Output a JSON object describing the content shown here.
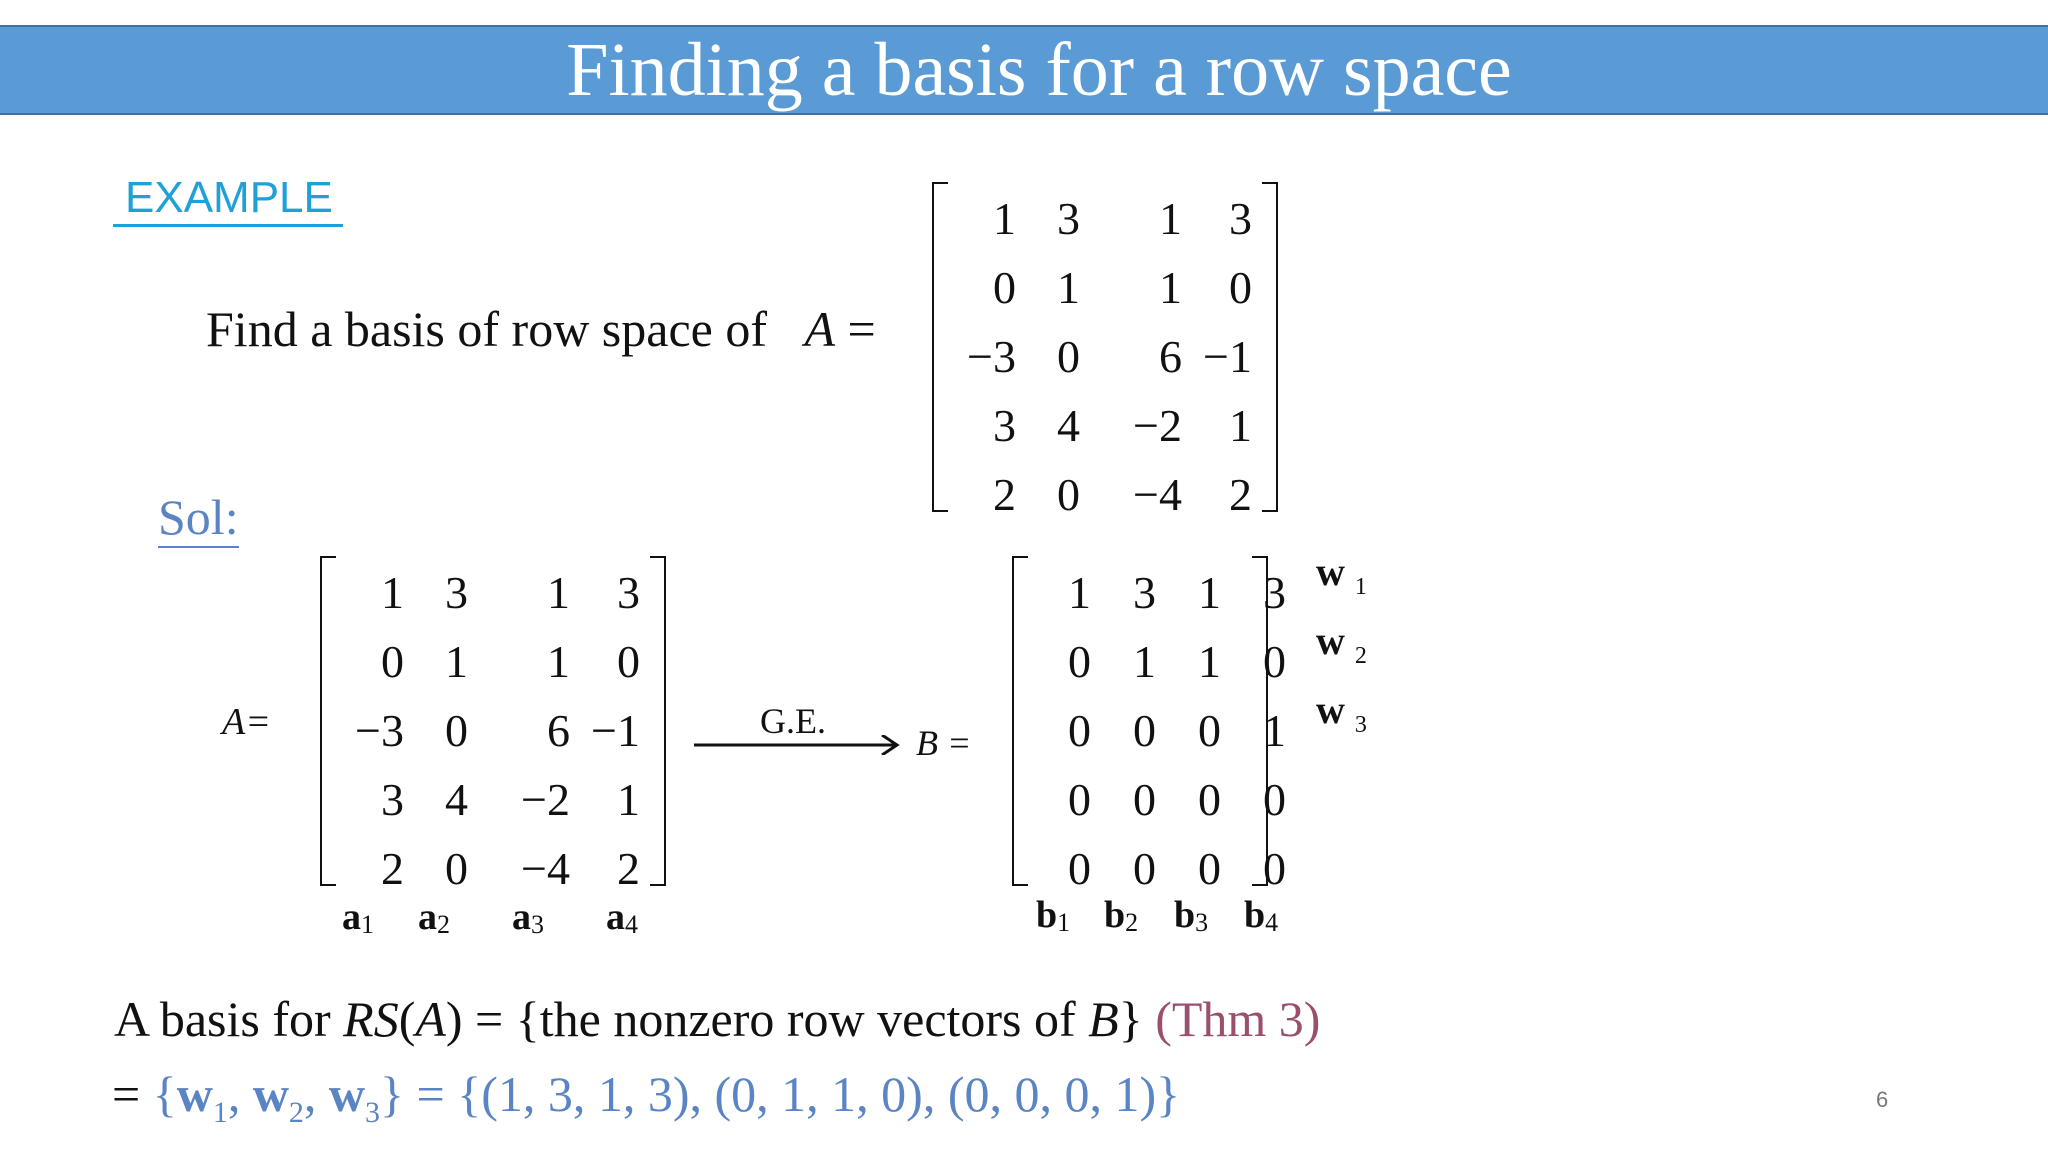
{
  "title": "Finding a basis for a row space",
  "example_label": "EXAMPLE",
  "prompt": {
    "text": "Find a basis of row space of",
    "matrix_symbol": "A",
    "equals": "="
  },
  "matrix_A": [
    [
      "1",
      "3",
      "1",
      "3"
    ],
    [
      "0",
      "1",
      "1",
      "0"
    ],
    [
      "−3",
      "0",
      "6",
      "−1"
    ],
    [
      "3",
      "4",
      "−2",
      "1"
    ],
    [
      "2",
      "0",
      "−4",
      "2"
    ]
  ],
  "solution_label": "Sol:",
  "solution": {
    "a_eq_label": "A=",
    "ge_label": "G.E.",
    "b_eq_label": "B =",
    "matrix_B": [
      [
        "1",
        "3",
        "1",
        "3"
      ],
      [
        "0",
        "1",
        "1",
        "0"
      ],
      [
        "0",
        "0",
        "0",
        "1"
      ],
      [
        "0",
        "0",
        "0",
        "0"
      ],
      [
        "0",
        "0",
        "0",
        "0"
      ]
    ],
    "a_columns": [
      {
        "letter": "a",
        "sub": "1"
      },
      {
        "letter": "a",
        "sub": "2"
      },
      {
        "letter": "a",
        "sub": "3"
      },
      {
        "letter": "a",
        "sub": "4"
      }
    ],
    "b_columns": [
      {
        "letter": "b",
        "sub": "1"
      },
      {
        "letter": "b",
        "sub": "2"
      },
      {
        "letter": "b",
        "sub": "3"
      },
      {
        "letter": "b",
        "sub": "4"
      }
    ],
    "w_rows": [
      {
        "letter": "w",
        "sub": "1"
      },
      {
        "letter": "w",
        "sub": "2"
      },
      {
        "letter": "w",
        "sub": "3"
      }
    ]
  },
  "basis_line1": {
    "prefix": "A basis for ",
    "rs": "RS",
    "paren_open": "(",
    "a": "A",
    "paren_close": ") =  {the nonzero row vectors of ",
    "b": "B",
    "close": "}",
    "thm": "(Thm 3)"
  },
  "basis_line2": {
    "eq": "= ",
    "open": "{",
    "w1": "w",
    "s1": "1",
    "c1": ", ",
    "w2": "w",
    "s2": "2",
    "c2": ", ",
    "w3": "w",
    "s3": "3",
    "close": "}",
    "eq2": " =  ",
    "vectors": "{(1, 3, 1, 3), (0, 1, 1, 0), (0, 0, 0, 1)}"
  },
  "page_number": "6"
}
